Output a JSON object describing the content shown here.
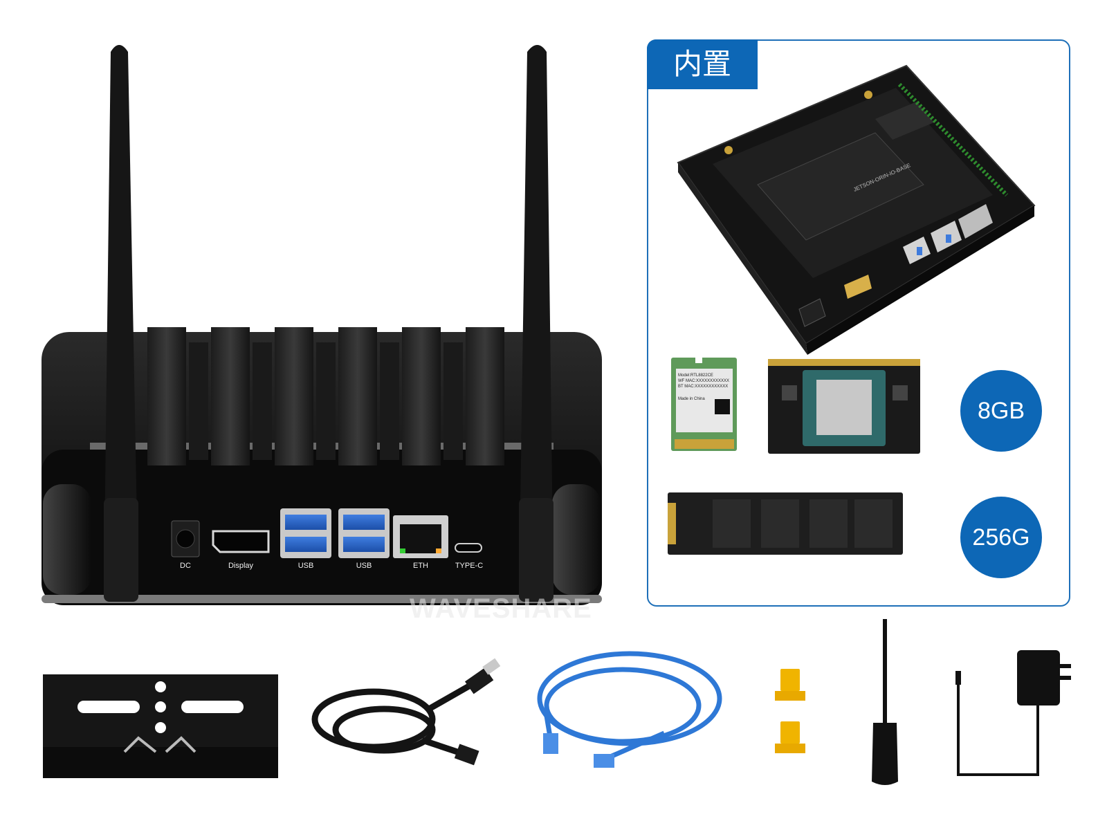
{
  "device": {
    "ports": {
      "dc": "DC",
      "display": "Display",
      "usb1": "USB",
      "usb2": "USB",
      "eth": "ETH",
      "typec": "TYPE-C"
    },
    "watermark": "WAVESHARE"
  },
  "builtin": {
    "tag": "内置",
    "ram_badge": "8GB",
    "ssd_badge": "256G",
    "board_silk": "JETSON-ORIN-IO-BASE",
    "wifi_card": {
      "model": "Model:RTL8822CE",
      "wf_mac": "WF MAC:XXXXXXXXXXXX",
      "bt_mac": "BT  MAC:XXXXXXXXXXXX",
      "origin": "Made in China"
    }
  },
  "accessories": [
    "din-rail-bracket",
    "usb-c-cable",
    "ethernet-cable",
    "jumper-caps",
    "screwdriver",
    "power-adapter"
  ],
  "colors": {
    "accent": "#0d67b6",
    "device_body": "#111111"
  }
}
